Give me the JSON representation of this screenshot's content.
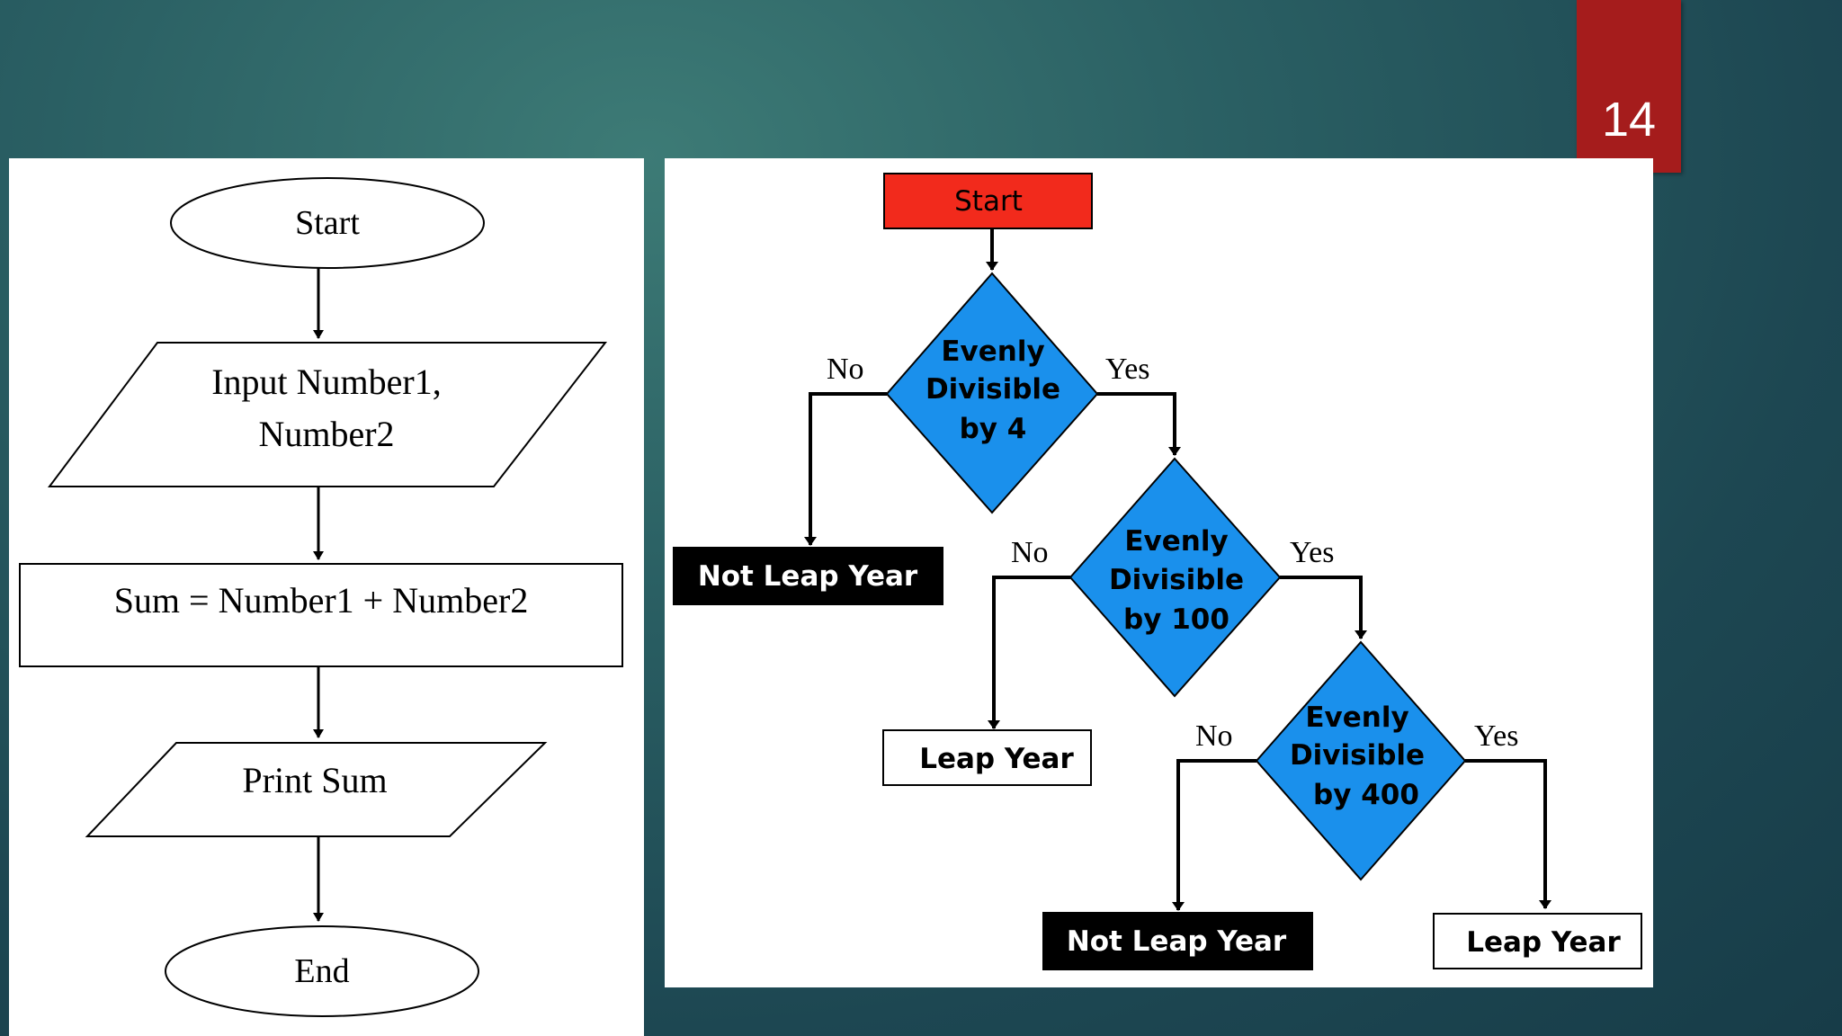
{
  "slide": {
    "number": "14"
  },
  "left_flowchart": {
    "start": "Start",
    "input_line1": "Input Number1,",
    "input_line2": "Number2",
    "process": "Sum = Number1  + Number2",
    "output": "Print Sum",
    "end": "End"
  },
  "right_flowchart": {
    "start": "Start",
    "decision1": [
      "Evenly",
      "Divisible",
      "by 4"
    ],
    "decision2": [
      "Evenly",
      "Divisible",
      "by 100"
    ],
    "decision3": [
      "Evenly",
      "Divisible",
      "by 400"
    ],
    "yes_label": "Yes",
    "no_label": "No",
    "not_leap_year": "Not Leap Year",
    "leap_year": "Leap Year"
  },
  "colors": {
    "start_box": "#f22a1c",
    "decision_fill": "#1a90ec",
    "dark_box": "#000000",
    "slide_tab": "#a51c1c"
  }
}
